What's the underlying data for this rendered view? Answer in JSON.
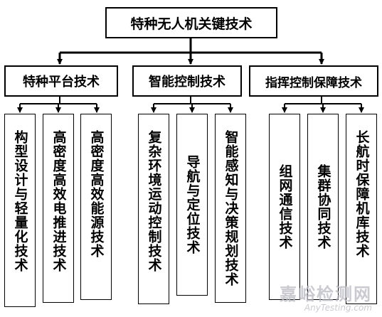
{
  "root": {
    "label": "特种无人机关键技术"
  },
  "categories": [
    {
      "label": "特种平台技术",
      "children": [
        "构型设计与轻量化技术",
        "高密度高效电推进技术",
        "高密度高效能源技术"
      ]
    },
    {
      "label": "智能控制技术",
      "children": [
        "复杂环境运动控制技术",
        "导航与定位技术",
        "智能感知与决策规划技术"
      ]
    },
    {
      "label": "指挥控制保障技术",
      "children": [
        "组网通信技术",
        "集群协同技术",
        "长航时保障机库技术"
      ]
    }
  ],
  "watermark": {
    "cn": "嘉峪检测网",
    "en": "AnyTesting.com"
  },
  "colors": {
    "line": "#000000",
    "box_fill": "#ffffff",
    "watermark": "#b9b9c2"
  }
}
